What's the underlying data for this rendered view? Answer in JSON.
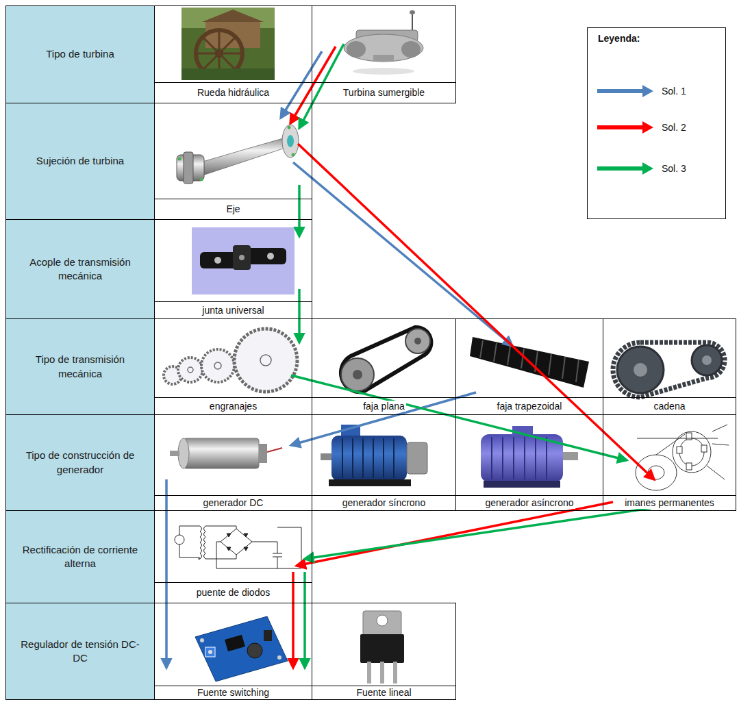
{
  "diagram": {
    "nodes": [
      {
        "text": [
          "Tipo de turbina"
        ]
      },
      {
        "text": [
          "Rueda hidráulica"
        ]
      },
      {
        "text": [
          "Turbina sumergible"
        ]
      },
      {
        "text": [
          "Sujeción de turbina"
        ]
      },
      {
        "text": [
          "Eje"
        ]
      },
      {
        "text": [
          "Acople de transmisión mecánica"
        ]
      },
      {
        "text": [
          "junta universal"
        ]
      },
      {
        "text": [
          "Tipo de transmisión mecánica"
        ]
      },
      {
        "text": [
          "engranajes"
        ]
      },
      {
        "text": [
          "faja plana"
        ]
      },
      {
        "text": [
          "faja trapezoidal"
        ]
      },
      {
        "text": [
          "cadena"
        ]
      },
      {
        "text": [
          "Tipo de construcción de generador"
        ]
      },
      {
        "text": [
          "generador DC"
        ]
      },
      {
        "text": [
          "generador síncrono"
        ]
      },
      {
        "text": [
          "generador asíncrono"
        ]
      },
      {
        "text": [
          "imanes permanentes"
        ]
      },
      {
        "text": [
          "Rectificación de corriente alterna"
        ]
      },
      {
        "text": [
          "puente de diodos"
        ]
      },
      {
        "text": [
          "Regulador de tensión DC-DC"
        ]
      },
      {
        "text": [
          "Fuente switching"
        ]
      },
      {
        "text": [
          "Fuente lineal"
        ]
      }
    ],
    "edges": [
      {
        "from": 2,
        "to": 4,
        "arrow": "to"
      },
      {
        "from": 4,
        "to": 10,
        "arrow": "to"
      },
      {
        "from": 10,
        "to": 13,
        "arrow": "to"
      },
      {
        "from": 13,
        "to": 20,
        "arrow": "to"
      },
      {
        "from": 2,
        "to": 4,
        "arrow": "to"
      },
      {
        "from": 4,
        "to": 16,
        "arrow": "to"
      },
      {
        "from": 16,
        "to": 18,
        "arrow": "to"
      },
      {
        "from": 18,
        "to": 20,
        "arrow": "to"
      },
      {
        "from": 2,
        "to": 4,
        "arrow": "to"
      },
      {
        "from": 4,
        "to": 6,
        "arrow": "to"
      },
      {
        "from": 6,
        "to": 8,
        "arrow": "to"
      },
      {
        "from": 8,
        "to": 16,
        "arrow": "to"
      },
      {
        "from": 16,
        "to": 18,
        "arrow": "to"
      },
      {
        "from": 18,
        "to": 20,
        "arrow": "to"
      }
    ],
    "labels": [
      "Leyenda:"
    ],
    "legend": [
      {
        "text": "Sol. 1",
        "color": "#4f81bd"
      },
      {
        "text": "Sol. 2",
        "color": "#ff0000"
      },
      {
        "text": "Sol. 3",
        "color": "#00b050"
      }
    ]
  }
}
